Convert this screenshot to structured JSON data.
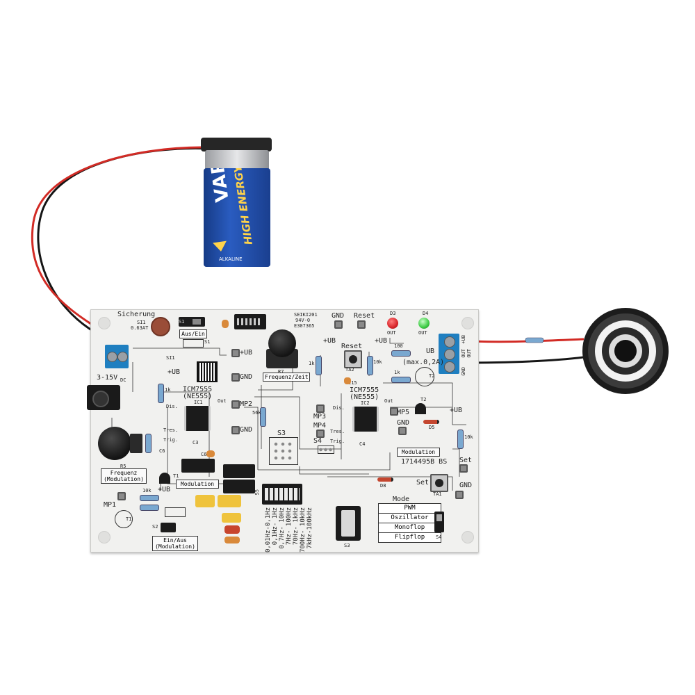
{
  "battery": {
    "brand": "VARTA",
    "line": "HIGH ENERGY",
    "type": "ALKALINE"
  },
  "board": {
    "fuse_title": "Sicherung",
    "fuse_id": "SI1",
    "fuse_rating": "0.63AT",
    "s1_label": "Aus/Ein",
    "s1_id": "S1",
    "si1_label": "SI1",
    "power_input": "3-15V",
    "power_dc": "DC",
    "ub_plus": "+UB",
    "gnd": "GND",
    "mp2": "MP2",
    "mp3": "MP3",
    "mp4": "MP4",
    "mp5": "MP5",
    "mp1": "MP1",
    "reset_top": "Reset",
    "reset_label": "Reset",
    "ta2": "TA2",
    "d3": "D3",
    "d4": "D4",
    "out_d3": "OUT",
    "out_d4": "OUT",
    "cert_1": "SEIKI201",
    "cert_2": "94V-0",
    "cert_3": "E307365",
    "r7_id": "R7",
    "r7_label": "Frequenz/Zeit",
    "ic1_name": "ICM7555",
    "ic1_alt": "(NE555)",
    "ic1_id": "IC1",
    "ic2_name": "ICM7555",
    "ic2_alt": "(NE555)",
    "ic2_id": "IC2",
    "dis": "Dis.",
    "tres": "Tres.",
    "trig": "Trig.",
    "out": "Out",
    "c3": "C3",
    "c4": "C4",
    "c6": "C6",
    "c15": "C15",
    "r_1k_a": "1k",
    "r_1k_b": "1k",
    "r_1k_c": "1k",
    "r_10k_a": "10k",
    "r_10k_b": "10k",
    "r_10k_c": "10k",
    "r_100": "100",
    "r_56k": "56k",
    "ub_label": "UB",
    "out_max": "(max.0,2A)",
    "t1": "T1",
    "t2": "T2",
    "t2b": "T2",
    "d5": "D5",
    "d8": "D8",
    "s3": "S3",
    "s4": "S4",
    "s4b": "S4",
    "s2": "S2",
    "s5": "S5",
    "ta1": "TA1",
    "set": "Set",
    "set_b": "Set",
    "r5": "R5",
    "r5_label_1": "Frequenz",
    "r5_label_2": "(Modulation)",
    "modulation_a": "Modulation",
    "modulation_b": "Modulation",
    "s2_label_1": "Ein/Aus",
    "s2_label_2": "(Modulation)",
    "part_no": "1714495B BS",
    "terminal_labels": [
      "GND",
      "OUT",
      "OUT",
      "+UB"
    ],
    "mode_title": "Mode",
    "modes": [
      "PWM",
      "Oszillator",
      "Monoflop",
      "Flipflop"
    ],
    "ranges": [
      "0,01Hz-0,1Hz",
      "0,1Hz- 1Hz",
      "0,7Hz- 10Hz",
      "7Hz- 100Hz",
      "70Hz- 1kHz",
      "700Hz- 10kHz",
      "7kHz-100kHz"
    ]
  },
  "colors": {
    "battery_blue": "#1f4fa8",
    "battery_silver": "#c7c9cc",
    "board_white": "#f1f1ef",
    "terminal_blue": "#1f7fc0",
    "led_red": "#d8262b",
    "led_green": "#3ccb43",
    "ic_black": "#1b1b1b",
    "wire_red": "#d22b25",
    "wire_black": "#151515"
  }
}
